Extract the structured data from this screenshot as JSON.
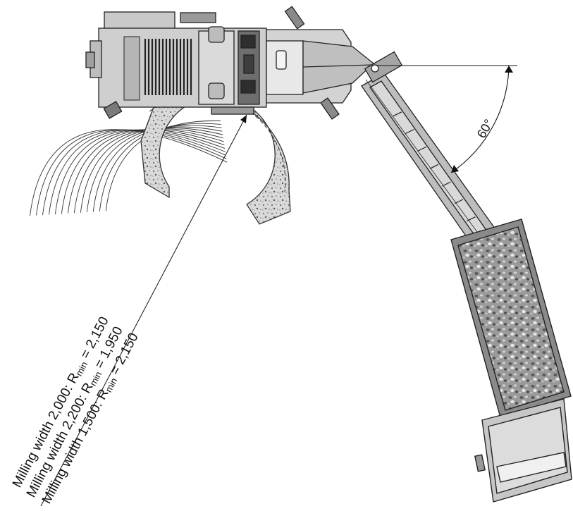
{
  "diagram": {
    "angle_label": "60°",
    "radius_labels": [
      {
        "prefix": "Milling width 2,000: R",
        "sub": "min",
        "suffix": " = 2,150"
      },
      {
        "prefix": "Milling width 2,200: R",
        "sub": "min",
        "suffix": " = 1,950"
      },
      {
        "prefix": "Milling width 1,500: R",
        "sub": "min",
        "suffix": " = 2,150"
      }
    ]
  },
  "colors": {
    "machine_body": "#c9c9c9",
    "dark_parts": "#4a4a4a",
    "material_fill": "#a8a8a8",
    "truck_bed": "#8a8a8a",
    "stroke": "#222222"
  }
}
